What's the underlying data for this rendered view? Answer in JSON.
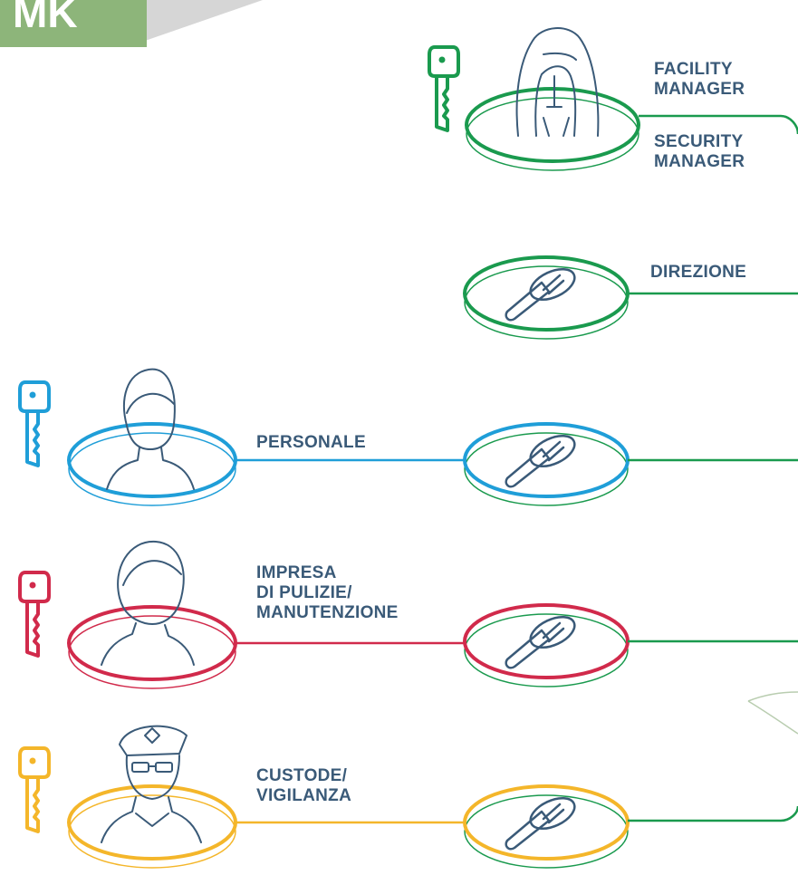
{
  "badge": {
    "text": "MK"
  },
  "roles": {
    "facility_manager": [
      "FACILITY",
      "MANAGER"
    ],
    "security_manager": [
      "SECURITY",
      "MANAGER"
    ],
    "direzione": "DIREZIONE",
    "personale": "PERSONALE",
    "impresa": [
      "IMPRESA",
      "DI PULIZIE/",
      "MANUTENZIONE"
    ],
    "custode": [
      "CUSTODE/",
      "VIGILANZA"
    ]
  },
  "colors": {
    "green": "#1a9a4e",
    "blue": "#1f9ed8",
    "red": "#d12a4b",
    "yellow": "#f4b62a",
    "ink": "#3a5a78",
    "badge": "#8db57a"
  },
  "icons": [
    "key-icon",
    "person-icon",
    "lock-cylinder-icon"
  ]
}
